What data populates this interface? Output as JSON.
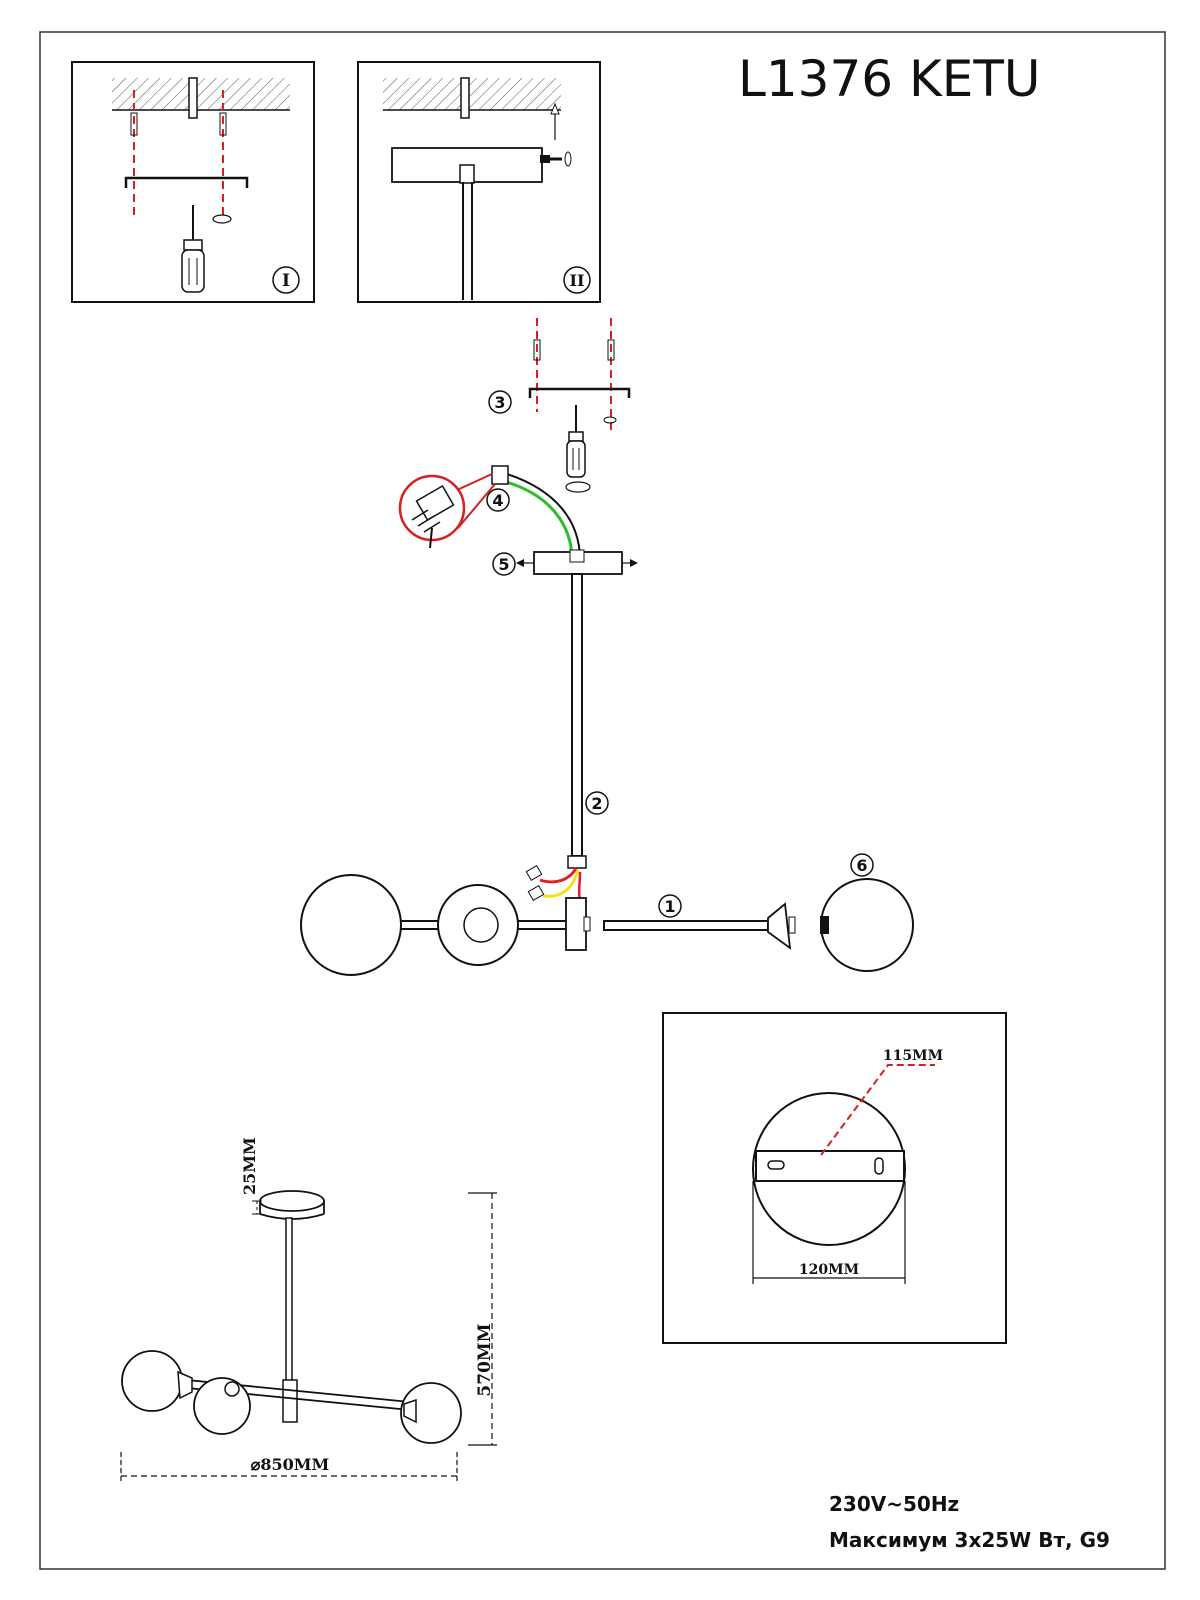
{
  "title": "L1376 KETU",
  "panels": [
    {
      "label": "I"
    },
    {
      "label": "II"
    }
  ],
  "steps": [
    "1",
    "2",
    "3",
    "4",
    "5",
    "6"
  ],
  "dimensions": {
    "canopy_height": "25MM",
    "total_height": "570MM",
    "diameter": "⌀850MM",
    "bracket_length": "115MM",
    "canopy_diameter": "120MM"
  },
  "specs": {
    "voltage": "230V~50Hz",
    "max_power": "Максимум 3x25W Вт, G9"
  },
  "colors": {
    "line": "#111111",
    "dash": "#d42020",
    "wire_green": "#2bc02b",
    "wire_yellow": "#f2e21c",
    "wire_red": "#e02020"
  }
}
